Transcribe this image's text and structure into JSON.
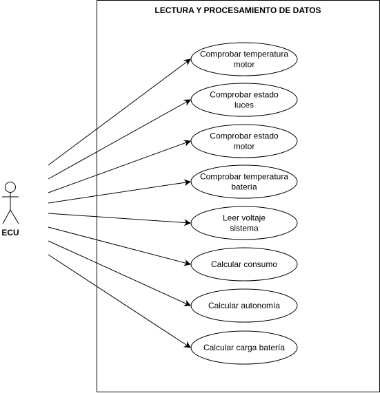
{
  "system": {
    "title": "LECTURA Y PROCESAMIENTO DE DATOS"
  },
  "actor": {
    "name": "ECU"
  },
  "use_cases": [
    {
      "lines": [
        "Comprobar temperatura",
        "motor"
      ]
    },
    {
      "lines": [
        "Comprobar estado",
        "luces"
      ]
    },
    {
      "lines": [
        "Comprobar estado",
        "motor"
      ]
    },
    {
      "lines": [
        "Comprobar temperatura",
        "batería"
      ]
    },
    {
      "lines": [
        "Leer voltaje",
        "sistema"
      ]
    },
    {
      "lines": [
        "Calcular consumo"
      ]
    },
    {
      "lines": [
        "Calcular autonomía"
      ]
    },
    {
      "lines": [
        "Calcular carga batería"
      ]
    }
  ]
}
